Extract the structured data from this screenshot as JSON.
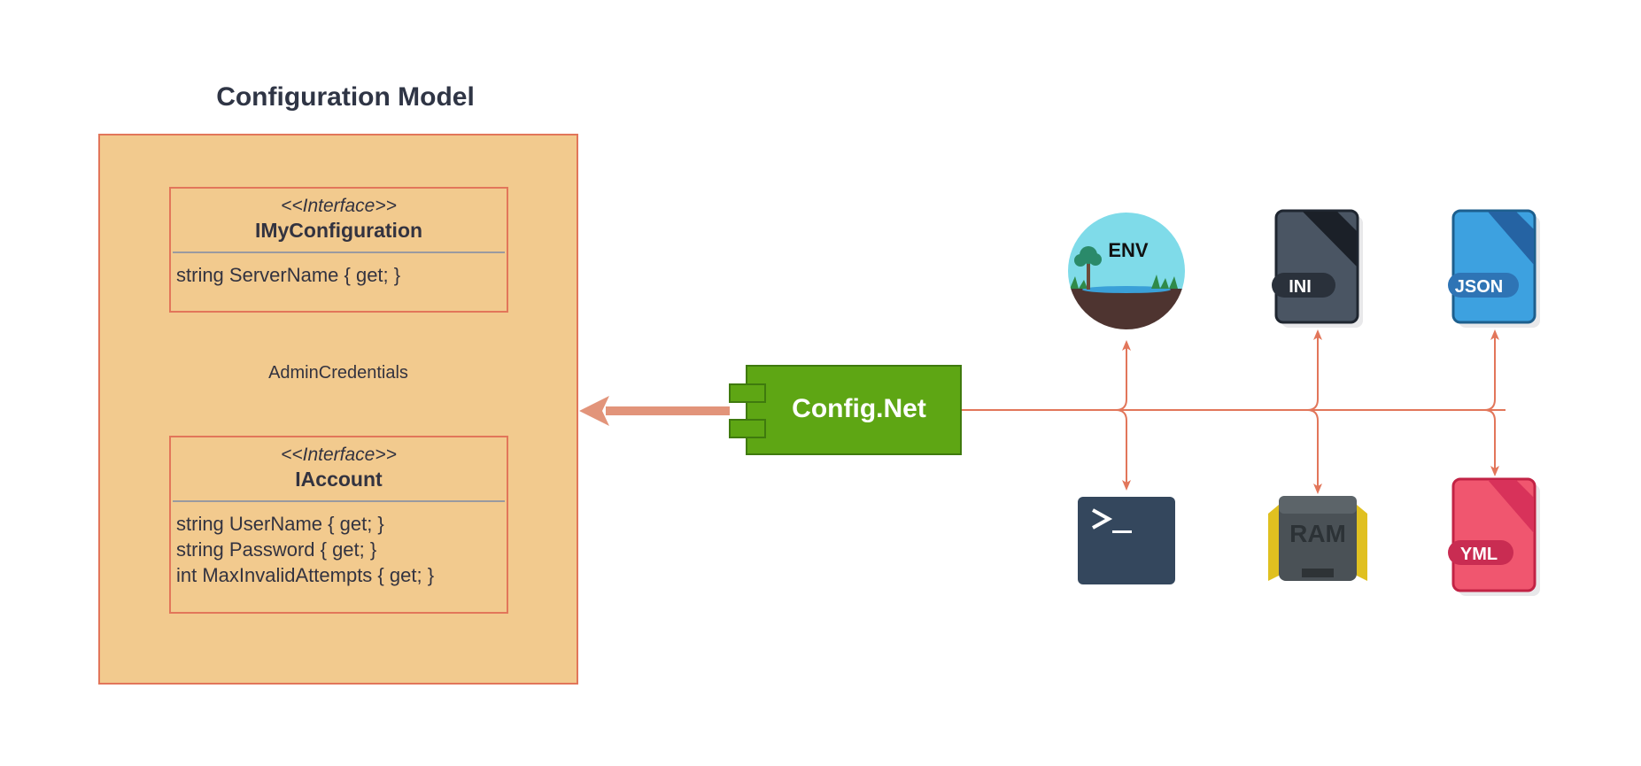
{
  "model": {
    "title": "Configuration Model"
  },
  "interfaces": [
    {
      "stereotype": "<<Interface>>",
      "name": "IMyConfiguration",
      "members": [
        "string ServerName { get; }"
      ]
    },
    {
      "stereotype": "<<Interface>>",
      "name": "IAccount",
      "members": [
        "string UserName { get; }",
        "string Password { get; }",
        "int MaxInvalidAttempts { get; }"
      ]
    }
  ],
  "relationship": {
    "label": "AdminCredentials"
  },
  "component": {
    "label": "Config.Net",
    "color": "#5ea614"
  },
  "sources": {
    "env": {
      "label": "ENV",
      "icon": "landscape-circle-icon"
    },
    "ini": {
      "label": "INI",
      "icon": "file-icon",
      "color": "#4a5563"
    },
    "json": {
      "label": "JSON",
      "icon": "file-icon",
      "color": "#3da1e0"
    },
    "cmd": {
      "label": ">_",
      "icon": "terminal-icon",
      "color": "#34475d"
    },
    "ram": {
      "label": "RAM",
      "icon": "memory-chip-icon"
    },
    "yml": {
      "label": "YML",
      "icon": "file-icon",
      "color": "#f0566f"
    }
  },
  "colors": {
    "accent": "#e2765a",
    "model_fill": "#f2ca8e",
    "title_text": "#2f3545"
  }
}
